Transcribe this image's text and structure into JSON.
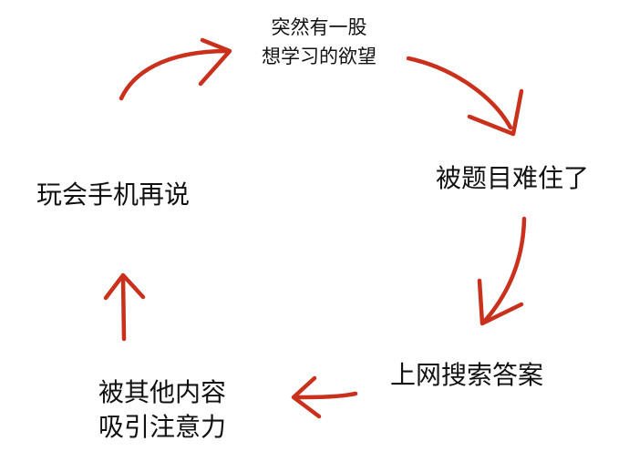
{
  "colors": {
    "arrow": "#c9311d",
    "text": "#111111",
    "background": "#ffffff"
  },
  "cycle": {
    "nodes": [
      {
        "lines": [
          "突然有一股",
          "想学习的欲望"
        ]
      },
      {
        "lines": [
          "被题目难住了"
        ]
      },
      {
        "lines": [
          "上网搜索答案"
        ]
      },
      {
        "lines": [
          "被其他内容",
          "吸引注意力"
        ]
      },
      {
        "lines": [
          "玩会手机再说"
        ]
      }
    ],
    "arrow_direction": "clockwise"
  }
}
